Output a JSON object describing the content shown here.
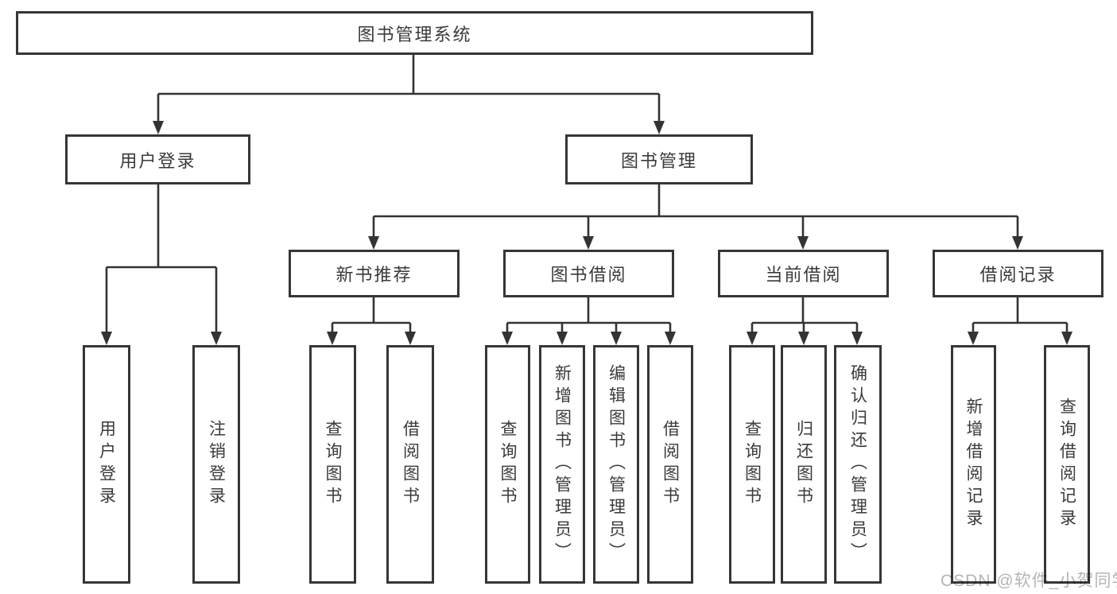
{
  "colors": {
    "line": "#333333",
    "box_border": "#363636",
    "text": "#3a3a3a",
    "watermark": "#b5b5b5",
    "background": "#ffffff"
  },
  "nodes": {
    "root": "图书管理系统",
    "user_login_branch": "用户登录",
    "book_management_branch": "图书管理",
    "new_book_recommend": "新书推荐",
    "book_borrowing": "图书借阅",
    "current_borrowing": "当前借阅",
    "borrowing_records": "借阅记录",
    "leaf_user_login": "用户登录",
    "leaf_logout": "注销登录",
    "leaf_recommend_query_books": "查询图书",
    "leaf_recommend_borrow_books": "借阅图书",
    "leaf_borrowing_query_books": "查询图书",
    "leaf_borrowing_add_books": "新增图书（管理员）",
    "leaf_borrowing_edit_books": "编辑图书（管理员）",
    "leaf_borrowing_borrow_books": "借阅图书",
    "leaf_current_query_books": "查询图书",
    "leaf_current_return_books": "归还图书",
    "leaf_current_confirm_return": "确认归还（管理员）",
    "leaf_records_add_record": "新增借阅记录",
    "leaf_records_query_record": "查询借阅记录"
  },
  "watermark": "CSDN @软件_小贺同学"
}
